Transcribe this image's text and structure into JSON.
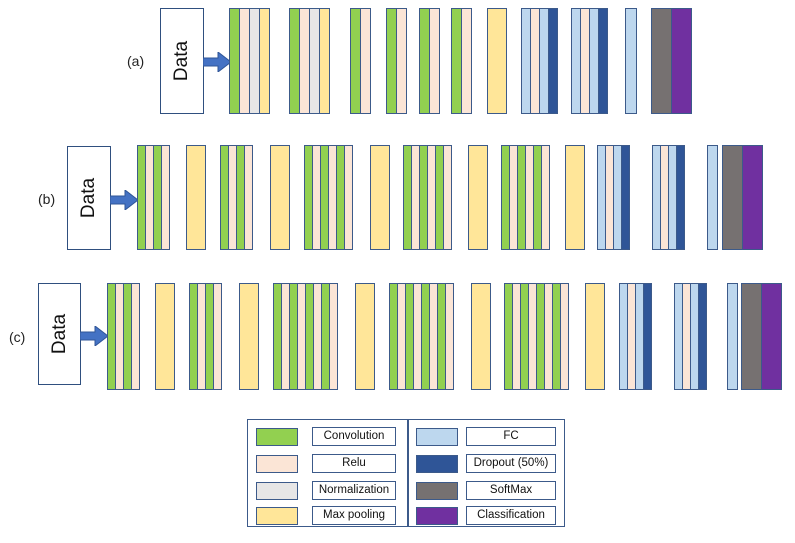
{
  "colors": {
    "conv": "#92d050",
    "relu": "#fbe5d6",
    "norm": "#e7e6e6",
    "pool": "#ffe699",
    "fc": "#bdd7ee",
    "dropout": "#2f5597",
    "softmax": "#767171",
    "classification": "#7030a0",
    "outline": "#3c5a8a",
    "arrow": "#4472c4"
  },
  "rows": [
    {
      "label": "(a)",
      "data_label": "Data"
    },
    {
      "label": "(b)",
      "data_label": "Data"
    },
    {
      "label": "(c)",
      "data_label": "Data"
    }
  ],
  "legend": [
    {
      "key": "conv",
      "label": "Convolution"
    },
    {
      "key": "relu",
      "label": "Relu"
    },
    {
      "key": "norm",
      "label": "Normalization"
    },
    {
      "key": "pool",
      "label": "Max pooling"
    },
    {
      "key": "fc",
      "label": "FC"
    },
    {
      "key": "dropout",
      "label": "Dropout (50%)"
    },
    {
      "key": "softmax",
      "label": "SoftMax"
    },
    {
      "key": "classification",
      "label": "Classification"
    }
  ]
}
